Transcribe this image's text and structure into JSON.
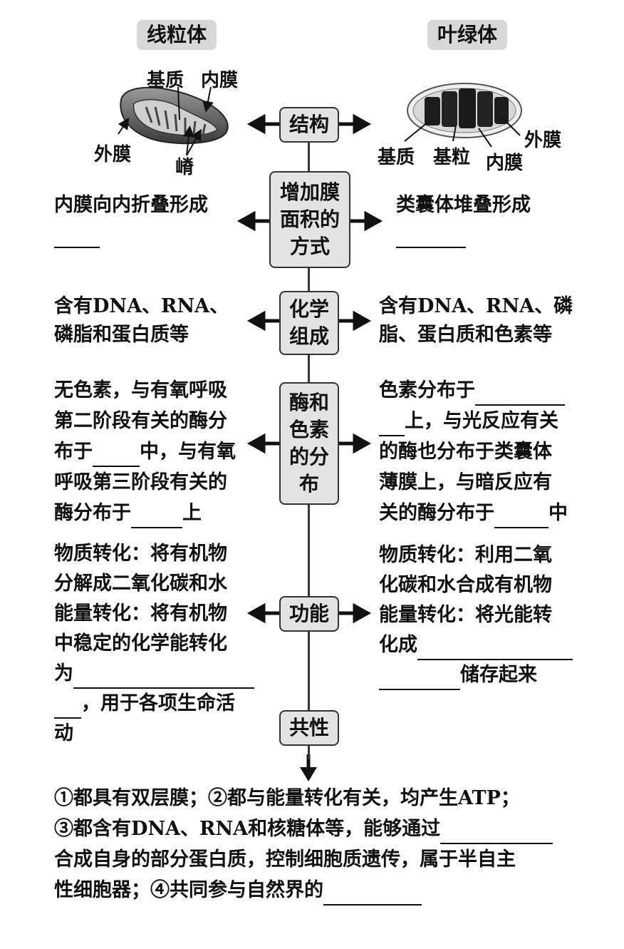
{
  "headers": {
    "left": "线粒体",
    "right": "叶绿体"
  },
  "mito_labels": {
    "matrix": "基质",
    "inner": "内膜",
    "outer": "外膜",
    "cristae": "嵴"
  },
  "chloro_labels": {
    "matrix": "基质",
    "grana": "基粒",
    "inner": "内膜",
    "outer": "外膜"
  },
  "nodes": {
    "structure": "结构",
    "membrane": [
      "增加膜",
      "面积的",
      "方式"
    ],
    "chem": [
      "化学",
      "组成"
    ],
    "enzyme": [
      "酶和",
      "色素",
      "的分",
      "布"
    ],
    "function": "功能",
    "common": "共性"
  },
  "left": {
    "membrane": [
      "内膜向内折叠形成"
    ],
    "chem": [
      "含有DNA、RNA、",
      "磷脂和蛋白质等"
    ],
    "enzyme": [
      "无色素，与有氧呼吸",
      "第二阶段有关的酶分",
      "布于",
      "中，与有氧",
      "呼吸第三阶段有关的",
      "酶分布于",
      "上"
    ],
    "function": [
      "物质转化：将有机物",
      "分解成二氧化碳和水",
      "能量转化：将有机物",
      "中稳定的化学能转化",
      "为",
      "，用于各项生命活",
      "动"
    ]
  },
  "right": {
    "membrane": [
      "类囊体堆叠形成"
    ],
    "chem": [
      "含有DNA、RNA、磷",
      "脂、蛋白质和色素等"
    ],
    "enzyme": [
      "色素分布于",
      "上，与光反应有关",
      "的酶也分布于类囊体",
      "薄膜上，与暗反应有",
      "关的酶分布于",
      "中"
    ],
    "function": [
      "物质转化：利用二氧",
      "化碳和水合成有机物",
      "能量转化：将光能转",
      "化成",
      "储存起来"
    ]
  },
  "bottom": {
    "line1": "①都具有双层膜；②都与能量转化有关，均产生ATP；",
    "line2": "③都含有DNA、RNA和核糖体等，能够通过",
    "line3": "合成自身的部分蛋白质，控制细胞质遗传，属于半自主",
    "line4": "性细胞器；④共同参与自然界的"
  }
}
